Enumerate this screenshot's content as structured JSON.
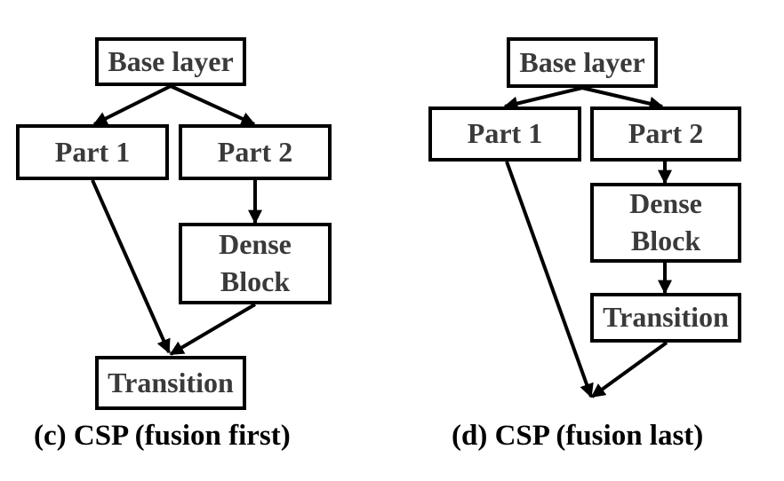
{
  "panels": [
    {
      "id": "c",
      "caption": "(c) CSP (fusion first)",
      "nodes": {
        "base": "Base layer",
        "part1": "Part 1",
        "part2": "Part 2",
        "dense_line1": "Dense",
        "dense_line2": "Block",
        "transition": "Transition"
      }
    },
    {
      "id": "d",
      "caption": "(d) CSP (fusion last)",
      "nodes": {
        "base": "Base layer",
        "part1": "Part 1",
        "part2": "Part 2",
        "dense_line1": "Dense",
        "dense_line2": "Block",
        "transition": "Transition"
      }
    }
  ]
}
